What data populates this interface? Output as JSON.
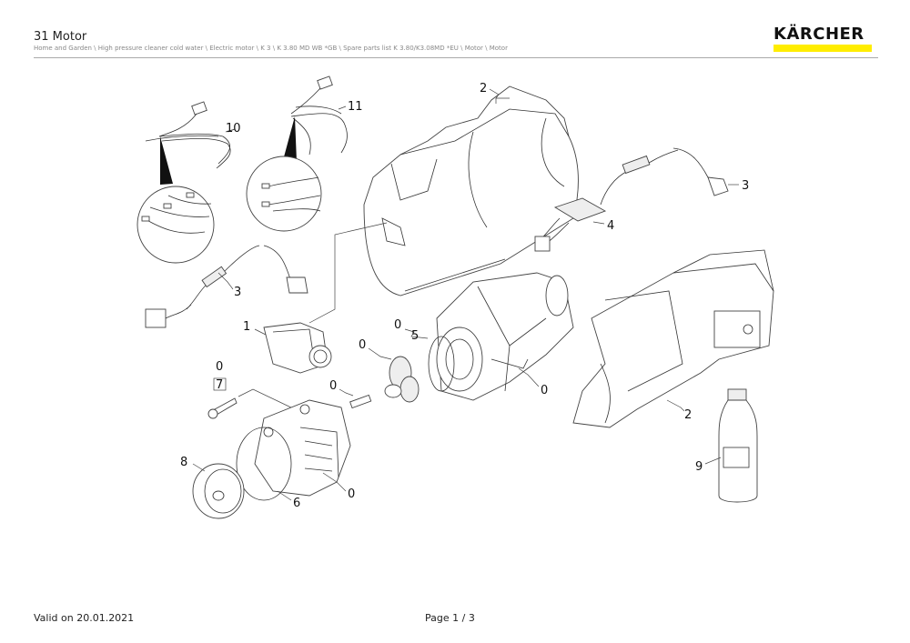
{
  "header": {
    "title": "31 Motor",
    "breadcrumb": "Home and Garden \\ High pressure cleaner cold water \\ Electric motor \\ K 3 \\ K 3.80 MD WB *GB \\ Spare parts list K 3.80/K3.08MD *EU \\ Motor \\ Motor",
    "logo_text": "KÄRCHER",
    "brand_color": "#ffed00"
  },
  "diagram": {
    "callouts": {
      "c10": "10",
      "c11": "11",
      "c2_top": "2",
      "c3_right": "3",
      "c4": "4",
      "c3_left": "3",
      "c1": "1",
      "c0_5": "0",
      "c5": "5",
      "c0_gear": "0",
      "c0_screw": "0",
      "c7": "7",
      "c0_shaft": "0",
      "c0_motor": "0",
      "c2_bottom": "2",
      "c8": "8",
      "c6": "6",
      "c0_housing": "0",
      "c9": "9"
    }
  },
  "footer": {
    "valid": "Valid on 20.01.2021",
    "page": "Page 1 / 3"
  }
}
